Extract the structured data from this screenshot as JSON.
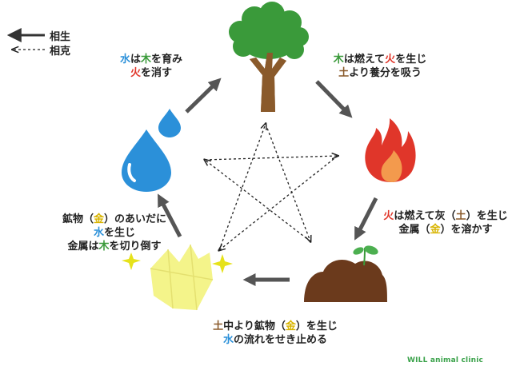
{
  "legend": {
    "generate_label": "相生",
    "overcome_label": "相克"
  },
  "elements": {
    "wood": {
      "name": "木",
      "color": "#3a9a3a"
    },
    "fire": {
      "name": "火",
      "color": "#e0362a"
    },
    "earth": {
      "name": "土",
      "color": "#8a5a2b"
    },
    "metal": {
      "name": "金",
      "color": "#d8b400"
    },
    "water": {
      "name": "水",
      "color": "#2b90d9"
    }
  },
  "annotations": {
    "water_wood": {
      "line1": [
        {
          "t": "水",
          "c": "water"
        },
        {
          "t": "は"
        },
        {
          "t": "木",
          "c": "wood"
        },
        {
          "t": "を育み"
        }
      ],
      "line2": [
        {
          "t": "火",
          "c": "fire"
        },
        {
          "t": "を消す"
        }
      ]
    },
    "wood_fire": {
      "line1": [
        {
          "t": "木",
          "c": "wood"
        },
        {
          "t": "は燃えて"
        },
        {
          "t": "火",
          "c": "fire"
        },
        {
          "t": "を生じ"
        }
      ],
      "line2": [
        {
          "t": "土",
          "c": "earth"
        },
        {
          "t": "より養分を吸う"
        }
      ]
    },
    "fire_earth": {
      "line1": [
        {
          "t": "火",
          "c": "fire"
        },
        {
          "t": "は燃えて灰（"
        },
        {
          "t": "土",
          "c": "earth"
        },
        {
          "t": "）を生じ"
        }
      ],
      "line2": [
        {
          "t": "金属（"
        },
        {
          "t": "金",
          "c": "metal"
        },
        {
          "t": "）を溶かす"
        }
      ]
    },
    "earth_metal": {
      "line1": [
        {
          "t": "土",
          "c": "earth"
        },
        {
          "t": "中より鉱物（"
        },
        {
          "t": "金",
          "c": "metal"
        },
        {
          "t": "）を生じ"
        }
      ],
      "line2": [
        {
          "t": "水",
          "c": "water"
        },
        {
          "t": "の流れをせき止める"
        }
      ]
    },
    "metal_water": {
      "line1": [
        {
          "t": "鉱物（"
        },
        {
          "t": "金",
          "c": "metal"
        },
        {
          "t": "）のあいだに"
        }
      ],
      "line2": [
        {
          "t": "水",
          "c": "water"
        },
        {
          "t": "を生じ"
        }
      ],
      "line3": [
        {
          "t": "金属は"
        },
        {
          "t": "木",
          "c": "wood"
        },
        {
          "t": "を切り倒す"
        }
      ]
    }
  },
  "icons": {
    "tree": "tree-icon",
    "flame": "flame-icon",
    "soil": "soil-sprout-icon",
    "metal": "gold-crystal-icon",
    "water": "water-drop-icon"
  },
  "colors": {
    "arrow": "#555555",
    "text": "#222222"
  },
  "watermark": "WILL animal clinic"
}
